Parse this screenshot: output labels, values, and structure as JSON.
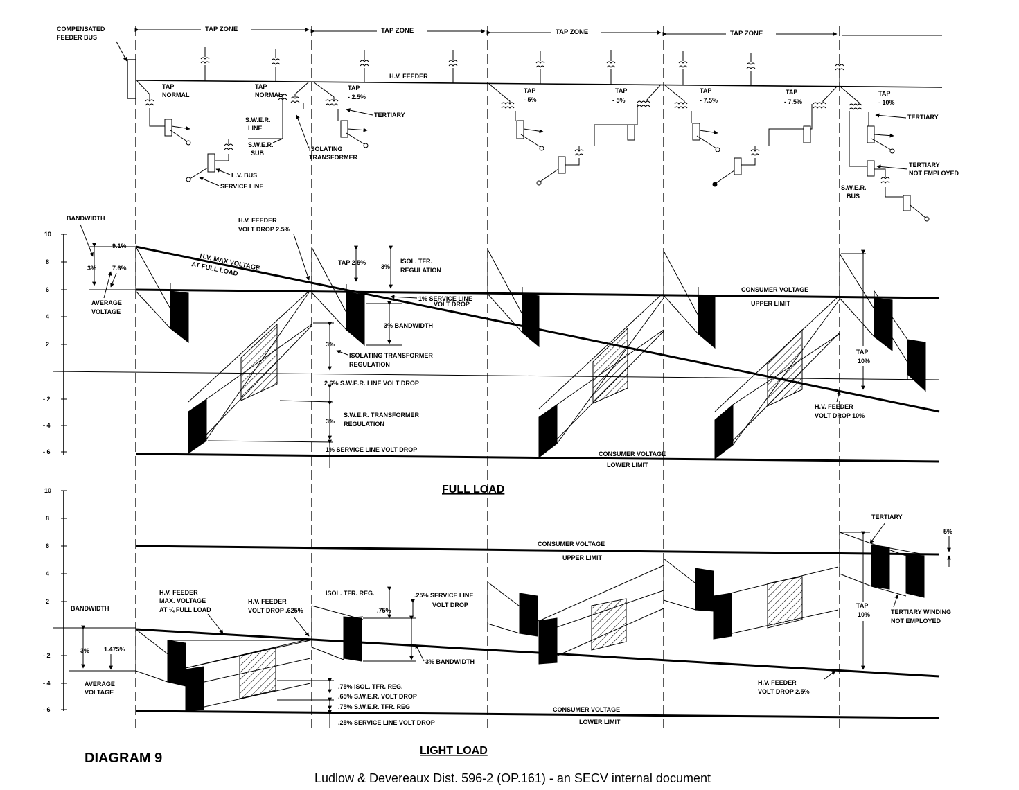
{
  "diagram": {
    "title": "DIAGRAM 9",
    "caption": "Ludlow & Devereaux Dist. 596-2 (OP.161) - an SECV internal document",
    "tap_zone_label": "TAP ZONE"
  },
  "schematic": {
    "compensated_feeder_bus": [
      "COMPENSATED",
      "FEEDER BUS"
    ],
    "hv_feeder": "H.V. FEEDER",
    "taps": [
      [
        "TAP",
        "NORMAL"
      ],
      [
        "TAP",
        "NORMAL"
      ],
      [
        "TAP",
        "- 2.5%"
      ],
      [
        "TAP",
        "- 5%"
      ],
      [
        "TAP",
        "- 5%"
      ],
      [
        "TAP",
        "- 7.5%"
      ],
      [
        "TAP",
        "- 7.5%"
      ],
      [
        "TAP",
        "- 10%"
      ]
    ],
    "tertiary": "TERTIARY",
    "tertiary_right": "TERTIARY",
    "swer_line": [
      "S.W.E.R.",
      "LINE"
    ],
    "swer_sub": [
      "S.W.E.R.",
      "SUB"
    ],
    "isolating_transformer": [
      "ISOLATING",
      "TRANSFORMER"
    ],
    "lv_bus": "L.V. BUS",
    "service_line": "SERVICE  LINE",
    "tertiary_not_employed": [
      "TERTIARY",
      "NOT EMPLOYED"
    ],
    "swer_bus": [
      "S.W.E.R.",
      "BUS"
    ]
  },
  "full_load": {
    "title": "FULL  LOAD",
    "y_ticks": [
      "10",
      "8",
      "6",
      "4",
      "2",
      "- 2",
      "- 4",
      "- 6"
    ],
    "bandwidth": "BANDWIDTH",
    "bw_3": "3%",
    "pct_91": "9.1%",
    "pct_76": "7.6%",
    "average_voltage": [
      "AVERAGE",
      "VOLTAGE"
    ],
    "hv_max_voltage": [
      "H.V. MAX VOLTAGE",
      "AT  FULL  LOAD"
    ],
    "hv_feeder_drop": [
      "H.V. FEEDER",
      "VOLT DROP  2.5%"
    ],
    "tap_25": "TAP  2.5%",
    "isol_3": "3%",
    "isol_tfr_regulation": [
      "ISOL. TFR.",
      "REGULATION"
    ],
    "service_line_drop": [
      "1%  SERVICE LINE",
      "VOLT DROP"
    ],
    "bandwidth_3": "3% BANDWIDTH",
    "isolating_regulation": [
      "3%",
      "ISOLATING  TRANSFORMER",
      "REGULATION"
    ],
    "swer_line_drop": "2.6% S.W.E.R. LINE VOLT DROP",
    "swer_transformer_regulation": [
      "S.W.E.R.  TRANSFORMER",
      "3%",
      "REGULATION"
    ],
    "service_line_drop_1": "1%   SERVICE LINE VOLT DROP",
    "consumer_upper": [
      "CONSUMER VOLTAGE",
      "UPPER  LIMIT"
    ],
    "consumer_lower": [
      "CONSUMER VOLTAGE",
      "LOWER LIMIT"
    ],
    "tap_10": [
      "TAP",
      "10%"
    ],
    "hv_feeder_drop_10": [
      "H.V. FEEDER",
      "VOLT DROP  10%"
    ]
  },
  "light_load": {
    "title": "LIGHT  LOAD",
    "y_ticks": [
      "10",
      "8",
      "6",
      "4",
      "2",
      "- 2",
      "- 4",
      "- 6"
    ],
    "bandwidth": "BANDWIDTH",
    "bw_3": "3%",
    "pct_1475": "1.475%",
    "average_voltage": [
      "AVERAGE",
      "VOLTAGE"
    ],
    "hv_feeder_max": [
      "H.V. FEEDER",
      "MAX. VOLTAGE",
      "AT  ¼  FULL LOAD"
    ],
    "hv_feeder_drop": [
      "H.V. FEEDER",
      "VOLT DROP .625%"
    ],
    "isol_tfr_reg": "ISOL. TFR. REG.",
    "pct_75": ".75%",
    "service_line_drop": [
      ".25% SERVICE LINE",
      "VOLT DROP"
    ],
    "bandwidth_3": "3% BANDWIDTH",
    "consumer_upper": [
      "CONSUMER VOLTAGE",
      "UPPER  LIMIT"
    ],
    "consumer_lower": [
      "CONSUMER  VOLTAGE",
      "LOWER  LIMIT"
    ],
    "isol_reg": ".75%  ISOL. TFR. REG.",
    "swer_drop": ".65%  S.W.E.R. VOLT DROP",
    "swer_tfr_reg": ".75%  S.W.E.R. TFR. REG",
    "service_drop": ".25%  SERVICE LINE VOLT DROP",
    "tertiary": "TERTIARY",
    "pct_5": "5%",
    "tap_10": [
      "TAP",
      "10%"
    ],
    "tertiary_winding": [
      "TERTIARY WINDING",
      "NOT EMPLOYED"
    ],
    "hv_feeder_drop_25": [
      "H.V.  FEEDER",
      "VOLT DROP     2.5%"
    ]
  }
}
